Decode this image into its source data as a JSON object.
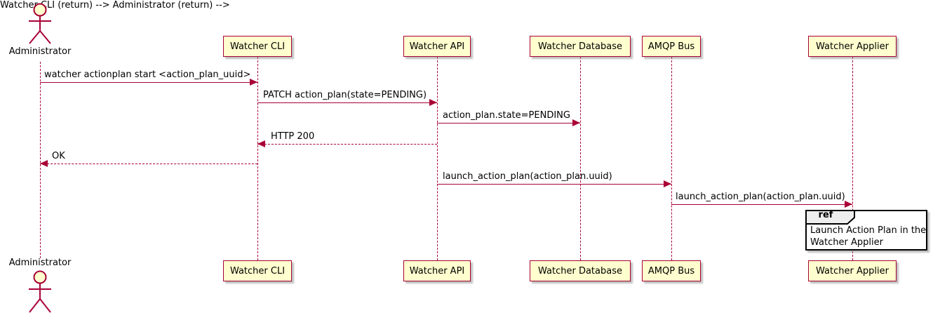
{
  "diagram": {
    "type": "sequence-diagram",
    "actor": {
      "label": "Administrator"
    },
    "participants": [
      {
        "label": "Watcher CLI"
      },
      {
        "label": "Watcher API"
      },
      {
        "label": "Watcher Database"
      },
      {
        "label": "AMQP Bus"
      },
      {
        "label": "Watcher Applier"
      }
    ],
    "messages": [
      {
        "from": "Administrator",
        "to": "Watcher CLI",
        "style": "solid",
        "label": "watcher actionplan start <action_plan_uuid>"
      },
      {
        "from": "Watcher CLI",
        "to": "Watcher API",
        "style": "solid",
        "label": "PATCH action_plan(state=PENDING)"
      },
      {
        "from": "Watcher API",
        "to": "Watcher Database",
        "style": "solid",
        "label": "action_plan.state=PENDING"
      },
      {
        "from": "Watcher API",
        "to": "Watcher CLI",
        "style": "dashed-return",
        "label": "HTTP 200"
      },
      {
        "from": "Watcher CLI",
        "to": "Administrator",
        "style": "dashed-return",
        "label": "OK"
      },
      {
        "from": "Watcher API",
        "to": "AMQP Bus",
        "style": "solid",
        "label": "launch_action_plan(action_plan.uuid)"
      },
      {
        "from": "AMQP Bus",
        "to": "Watcher Applier",
        "style": "solid",
        "label": "launch_action_plan(action_plan.uuid)"
      }
    ],
    "ref_fragment": {
      "keyword": "ref",
      "over": "Watcher Applier",
      "line1": "Launch Action Plan in the",
      "line2": "Watcher Applier"
    },
    "colors": {
      "accent": "#A80036",
      "participant_fill": "#FEFECE",
      "ref_header_fill": "#EEEEEE",
      "ref_border": "#000000",
      "background": "#FFFFFF",
      "text": "#000000"
    }
  }
}
